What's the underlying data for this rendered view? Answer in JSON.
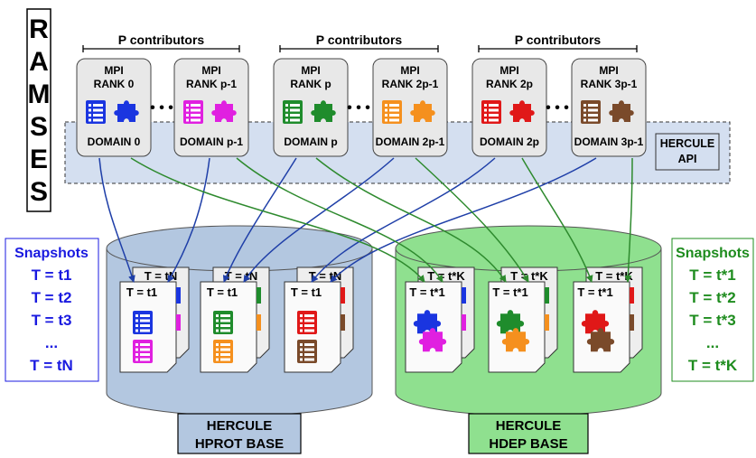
{
  "side_title": [
    "R",
    "A",
    "M",
    "S",
    "E",
    "S"
  ],
  "groups": [
    {
      "label": "P contributors"
    },
    {
      "label": "P contributors"
    },
    {
      "label": "P contributors"
    }
  ],
  "ranks": [
    {
      "top1": "MPI",
      "top2": "RANK 0",
      "domain": "DOMAIN 0",
      "color": "#1a35e0"
    },
    {
      "top1": "MPI",
      "top2": "RANK p-1",
      "domain": "DOMAIN p-1",
      "color": "#e020e0"
    },
    {
      "top1": "MPI",
      "top2": "RANK p",
      "domain": "DOMAIN p",
      "color": "#1f8c2c"
    },
    {
      "top1": "MPI",
      "top2": "RANK 2p-1",
      "domain": "DOMAIN 2p-1",
      "color": "#f5901e"
    },
    {
      "top1": "MPI",
      "top2": "RANK 2p",
      "domain": "DOMAIN 2p",
      "color": "#e01818"
    },
    {
      "top1": "MPI",
      "top2": "RANK 3p-1",
      "domain": "DOMAIN 3p-1",
      "color": "#7a4a2a"
    }
  ],
  "ellipsis": "• • •",
  "api_label": [
    "HERCULE",
    "API"
  ],
  "left_snapshots": {
    "title": "Snapshots",
    "items": [
      "T = t1",
      "T = t2",
      "T = t3",
      "...",
      "T = tN"
    ]
  },
  "right_snapshots": {
    "title": "Snapshots",
    "items": [
      "T = t*1",
      "T = t*2",
      "T = t*3",
      "...",
      "T = t*K"
    ]
  },
  "hprot_docs": [
    {
      "back": "T = tN",
      "front": "T = t1"
    },
    {
      "back": "T = tN",
      "front": "T = t1"
    },
    {
      "back": "T = tN",
      "front": "T = t1"
    }
  ],
  "hdep_docs": [
    {
      "back": "T = t*K",
      "front": "T = t*1"
    },
    {
      "back": "T = t*K",
      "front": "T = t*1"
    },
    {
      "back": "T = t*K",
      "front": "T = t*1"
    }
  ],
  "hprot_base_label": [
    "HERCULE",
    "HPROT BASE"
  ],
  "hdep_base_label": [
    "HERCULE",
    "HDEP BASE"
  ],
  "colors": {
    "blue_text": "#1a1ae0",
    "green_text": "#1e8c1e",
    "hprot_fill": "#b3c7e0",
    "hdep_fill": "#8fe08f",
    "api_fill": "#d4dff0",
    "blue_arrow": "#1f3fa8",
    "green_arrow": "#2e8a2e"
  }
}
